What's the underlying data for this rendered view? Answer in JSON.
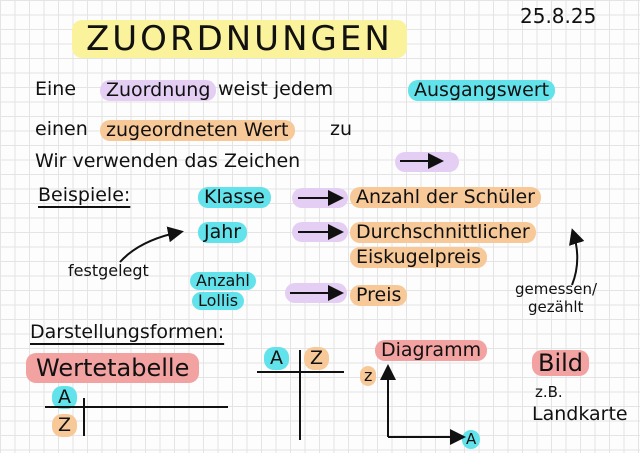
{
  "date": "25.8.25",
  "title": "ZUORDNUNGEN",
  "definition": {
    "line1": {
      "w1": "Eine",
      "w2": "Zuordnung",
      "w3": "weist jedem",
      "w4": "Ausgangswert"
    },
    "line2": {
      "w1": "einen",
      "w2": "zugeordneten Wert",
      "w3": "zu"
    },
    "line3": {
      "text": "Wir verwenden das Zeichen"
    }
  },
  "examples": {
    "heading": "Beispiele:",
    "rows": [
      {
        "input": "Klasse",
        "output": "Anzahl der Schüler"
      },
      {
        "input": "Jahr",
        "output": "Durchschnittlicher",
        "output2": "Eiskugelpreis"
      },
      {
        "input": "Anzahl",
        "input2": "Lollis",
        "output": "Preis"
      }
    ],
    "note_left": "festgelegt",
    "note_right1": "gemessen/",
    "note_right2": "gezählt"
  },
  "forms": {
    "heading": "Darstellungsformen:",
    "table_label": "Wertetabelle",
    "a": "A",
    "z": "Z",
    "diagram_label": "Diagramm",
    "diagram_z": "z",
    "picture_label": "Bild",
    "picture_eg": "z.B.",
    "picture_example": "Landkarte"
  },
  "colors": {
    "cyan": "#62e2ea",
    "lavender": "#e4cef3",
    "orange": "#f8c998",
    "yellow": "#fbf39c",
    "red": "#f3a2a2"
  }
}
